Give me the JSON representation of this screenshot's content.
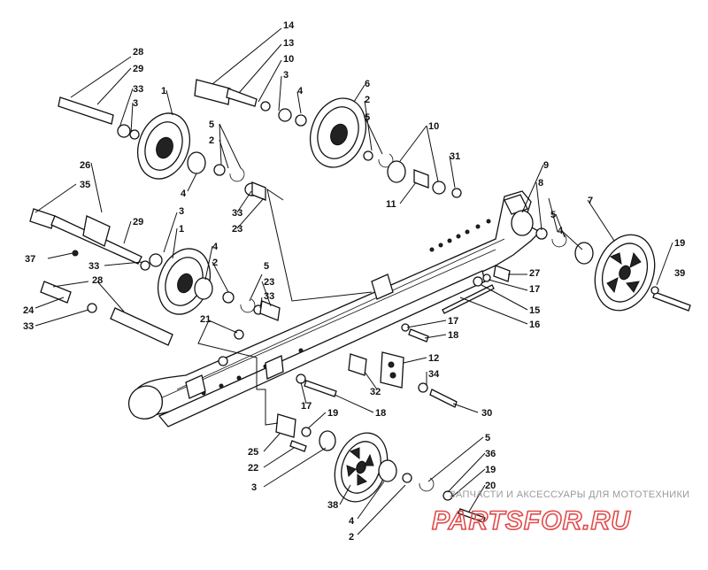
{
  "labels": {
    "n1a": "1",
    "n1b": "1",
    "n2a": "2",
    "n2b": "2",
    "n2c": "2",
    "n2d": "2",
    "n3a": "3",
    "n3b": "3",
    "n3c": "3",
    "n3d": "3",
    "n3e": "3",
    "n4a": "4",
    "n4b": "4",
    "n4c": "4",
    "n4d": "4",
    "n4e": "4",
    "n5a": "5",
    "n5b": "5",
    "n5c": "5",
    "n5d": "5",
    "n5e": "5",
    "n6": "6",
    "n7": "7",
    "n8": "8",
    "n9": "9",
    "n10a": "10",
    "n10b": "10",
    "n11": "11",
    "n12": "12",
    "n13": "13",
    "n14": "14",
    "n15": "15",
    "n16": "16",
    "n17a": "17",
    "n17b": "17",
    "n17c": "17",
    "n18a": "18",
    "n18b": "18",
    "n19a": "19",
    "n19b": "19",
    "n19c": "19",
    "n20": "20",
    "n21": "21",
    "n22": "22",
    "n23a": "23",
    "n23b": "23",
    "n24": "24",
    "n25": "25",
    "n26": "26",
    "n27": "27",
    "n28a": "28",
    "n28b": "28",
    "n29a": "29",
    "n29b": "29",
    "n30": "30",
    "n31": "31",
    "n32": "32",
    "n33a": "33",
    "n33b": "33",
    "n33c": "33",
    "n33d": "33",
    "n33e": "33",
    "n34": "34",
    "n35": "35",
    "n36": "36",
    "n37": "37",
    "n38": "38",
    "n39": "39"
  },
  "watermark": {
    "tagline": "ЗАПЧАСТИ И АКСЕССУАРЫ ДЛЯ МОТОТЕХНИКИ",
    "brand": "PARTSFOR.RU"
  },
  "colors": {
    "ink": "#111111",
    "watermark_red": "#e24b4b",
    "watermark_gray": "#9a9a9a"
  }
}
